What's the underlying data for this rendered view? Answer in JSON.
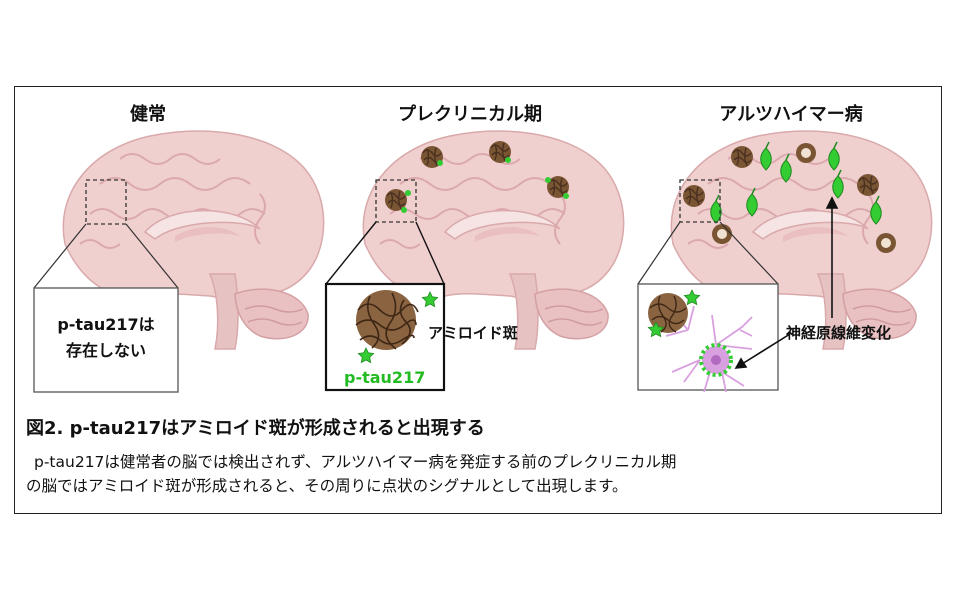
{
  "stages": {
    "healthy": "健常",
    "preclinical": "プレクリニカル期",
    "alzheimers": "アルツハイマー病"
  },
  "healthy_box": {
    "line1": "p-tau217は",
    "line2": "存在しない"
  },
  "labels": {
    "amyloid_plaque": "アミロイド斑",
    "ptau217": "p-tau217",
    "neurofibrillary": "神経原線維変化"
  },
  "figure": {
    "title": "図2.  p-tau217はアミロイド斑が形成されると出現する",
    "caption_line1": "p-tau217は健常者の脳では検出されず、アルツハイマー病を発症する前のプレクリニカル期",
    "caption_line2": "の脳ではアミロイド斑が形成されると、その周りに点状のシグナルとして出現します。"
  },
  "colors": {
    "brain": "#f0cfcf",
    "brain_shade": "#e3b4b6",
    "plaque": "#7a5533",
    "ptau_green": "#33cc33",
    "neuron_pink": "#d9a0e0",
    "label_green": "#22bb22"
  }
}
